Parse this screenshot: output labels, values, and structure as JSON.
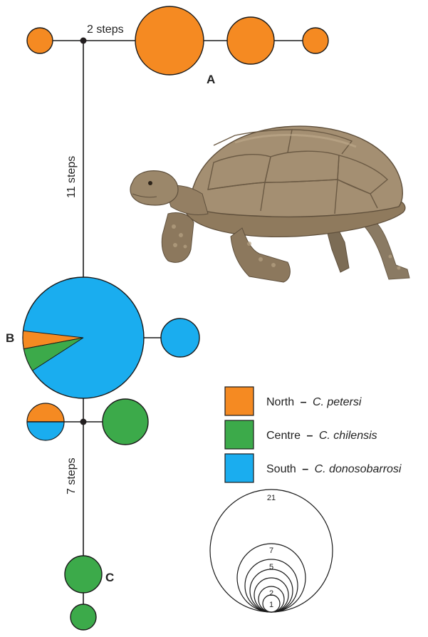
{
  "colors": {
    "north": "#F58A22",
    "centre": "#3CAA4A",
    "south": "#1AADEF",
    "line": "#1a1a1a",
    "node": "#231f20"
  },
  "network": {
    "steps_top": "2 steps",
    "steps_middle": "11 steps",
    "steps_bottom": "7 steps",
    "label_a": "A",
    "label_b": "B",
    "label_c": "C"
  },
  "legend": {
    "north": {
      "region": "North",
      "dash": "–",
      "species": "C. petersi"
    },
    "centre": {
      "region": "Centre",
      "dash": "–",
      "species": "C. chilensis"
    },
    "south": {
      "region": "South",
      "dash": "–",
      "species": "C. donosobarrosi"
    }
  },
  "size_scale": {
    "values": [
      "21",
      "7",
      "5",
      "2",
      "1"
    ]
  },
  "pie_b": {
    "total": 21,
    "north": 1,
    "centre": 1,
    "south": 19
  },
  "photo": {
    "subject": "tortoise-photo"
  }
}
